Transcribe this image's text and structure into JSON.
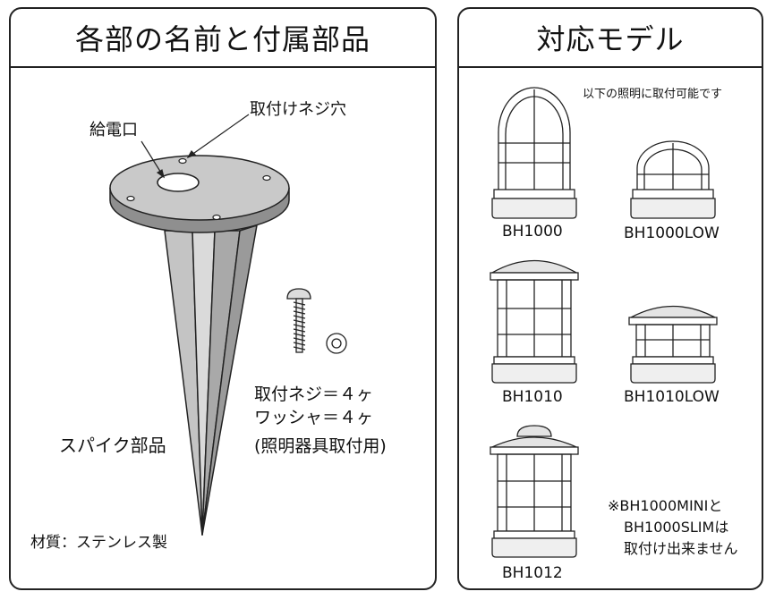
{
  "left_panel": {
    "title": "各部の名前と付属部品",
    "labels": {
      "screw_hole": "取付けネジ穴",
      "feed_port": "給電口",
      "spike_part": "スパイク部品",
      "material": "材質：ステンレス製"
    },
    "accessories": {
      "screw": "取付ネジ＝４ヶ",
      "washer": "ワッシャ＝４ヶ",
      "note": "(照明器具取付用)"
    }
  },
  "right_panel": {
    "title": "対応モデル",
    "intro": "以下の照明に取付可能です",
    "models": [
      "BH1000",
      "BH1000LOW",
      "BH1010",
      "BH1010LOW",
      "BH1012"
    ],
    "note_lines": [
      "※BH1000MINIと",
      "BH1000SLIMは",
      "取付け出来ません"
    ]
  },
  "colors": {
    "outline": "#222222",
    "plate_top": "#c9c9c9",
    "plate_side": "#8f8f8f",
    "spike_fill": "#b8b8b8",
    "fixture_base": "#efefef"
  }
}
